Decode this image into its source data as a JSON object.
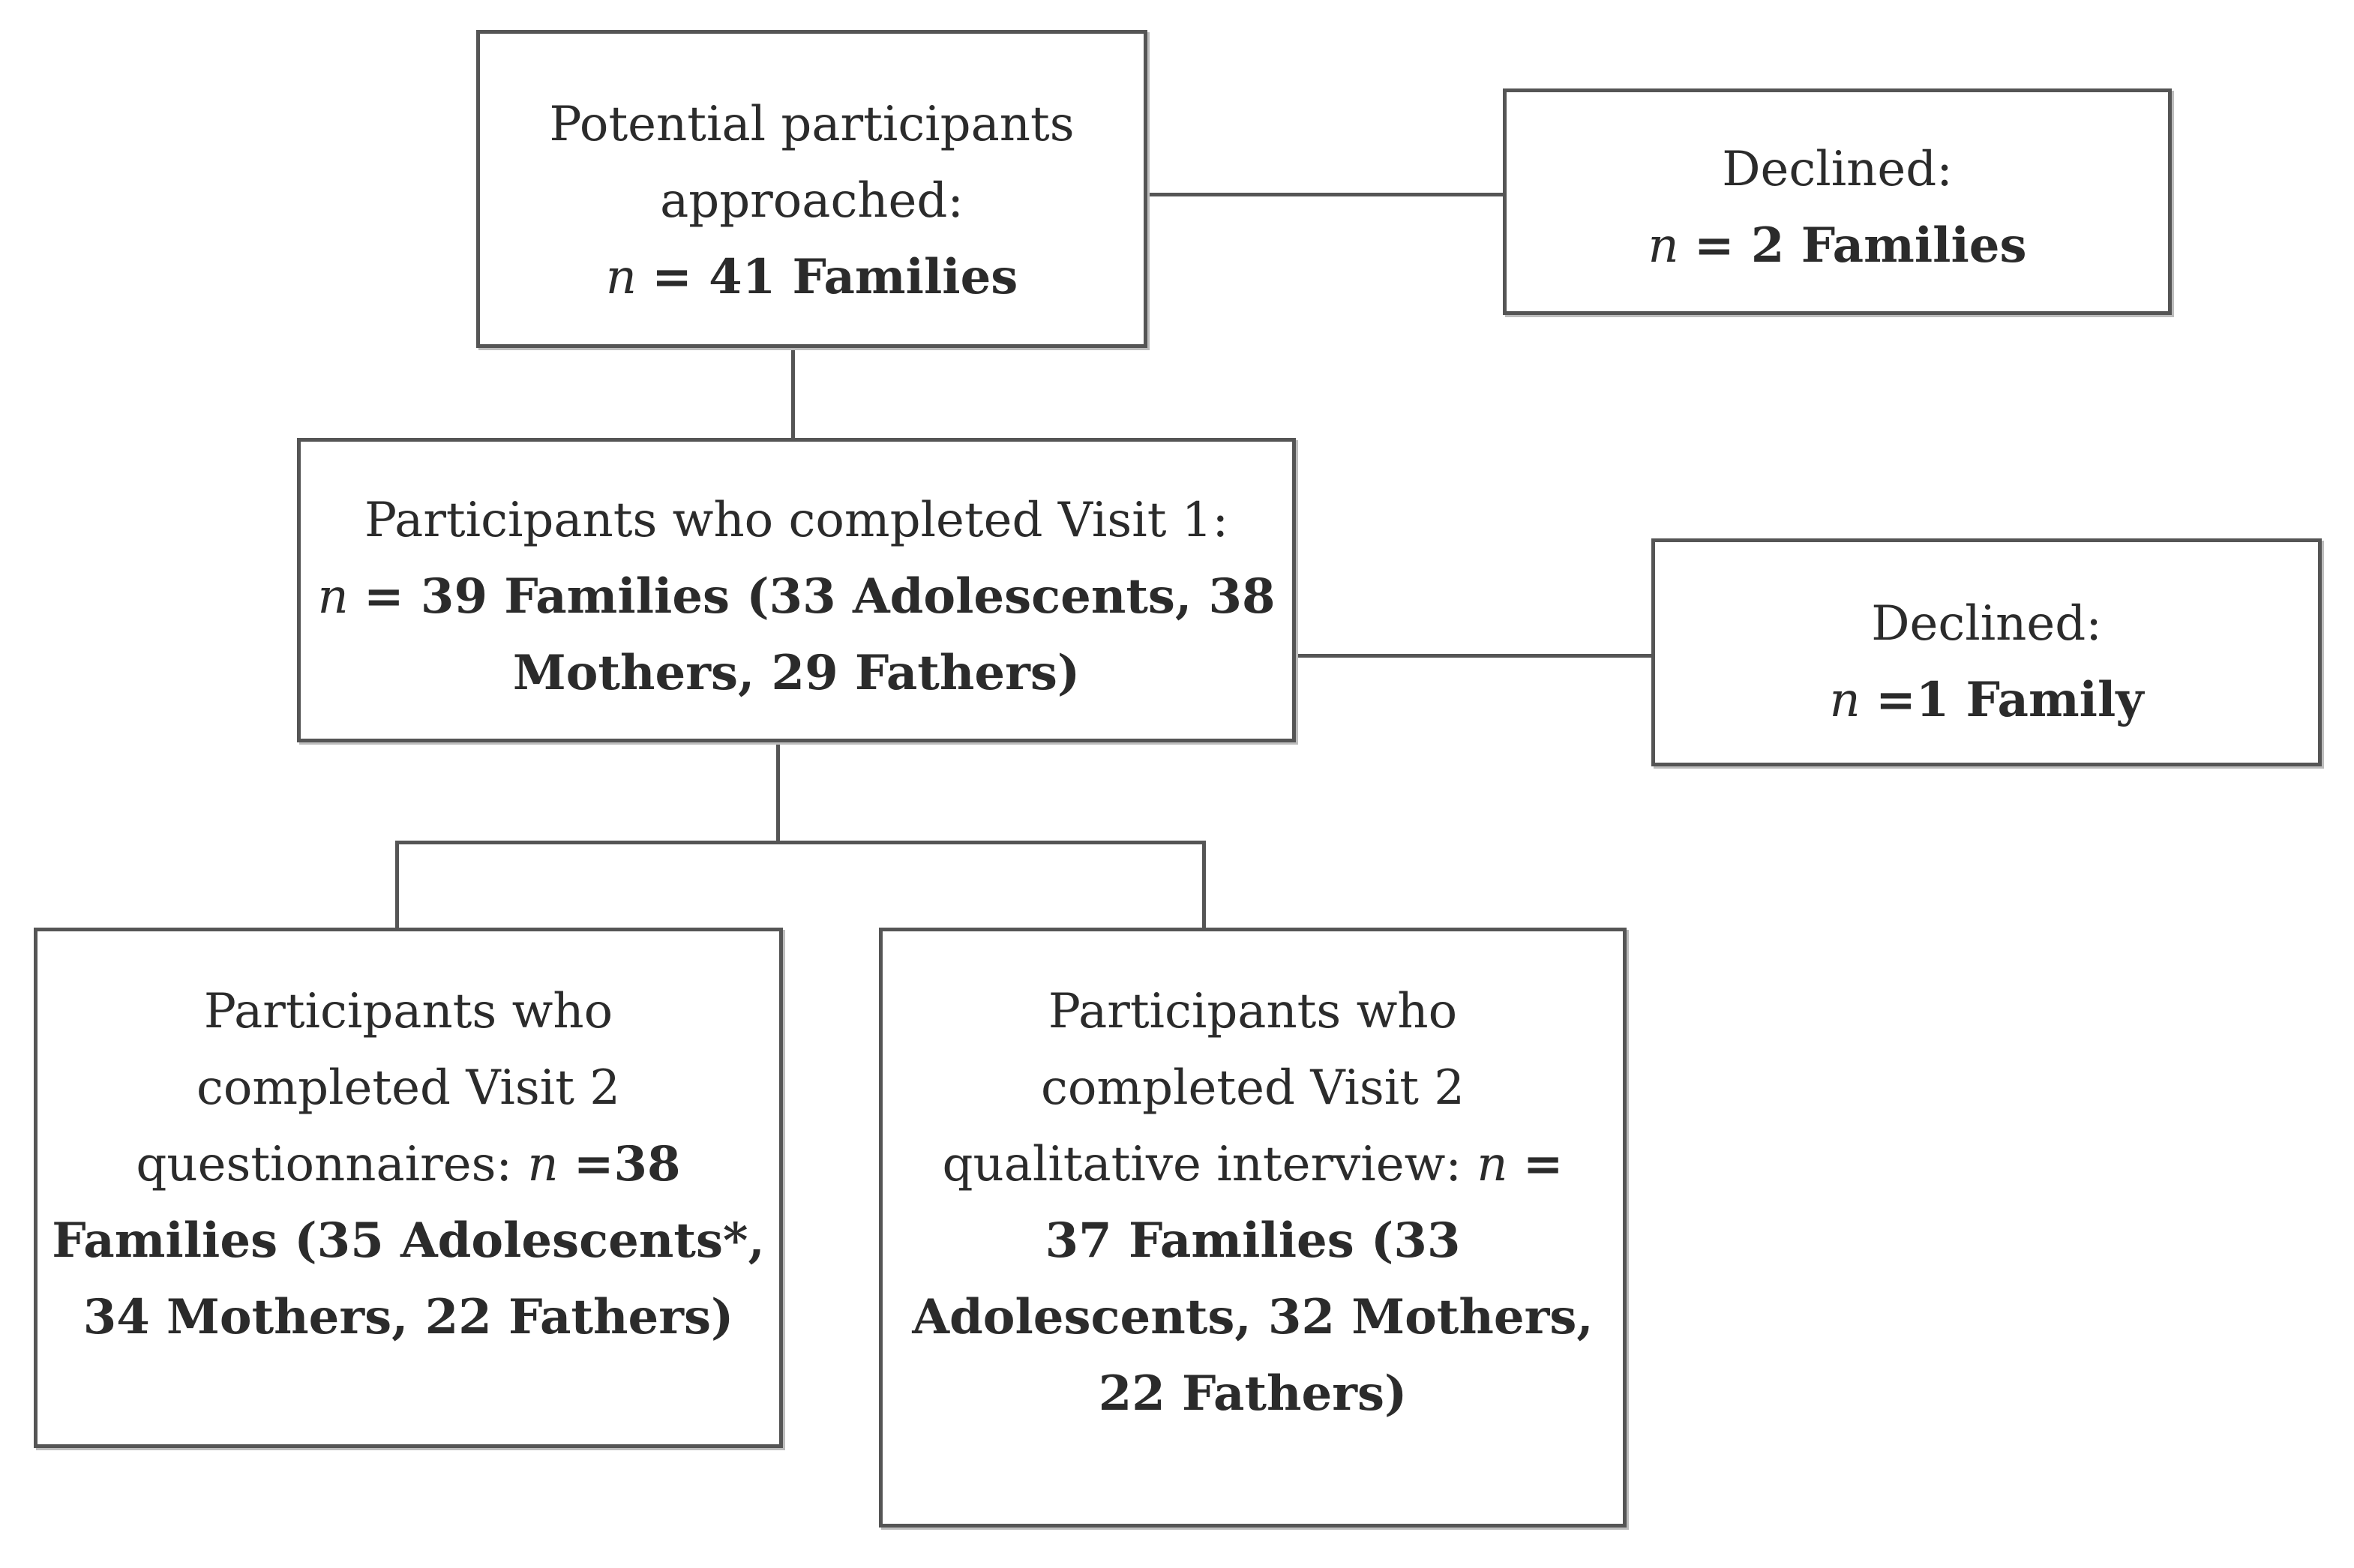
{
  "nodes": {
    "approached": {
      "title_line1": "Potential participants",
      "title_line2": "approached:",
      "n_symbol": "n",
      "count_text": "= 41 Families"
    },
    "declined_1": {
      "title": "Declined:",
      "n_symbol": "n",
      "count_text": "= 2 Families"
    },
    "visit1": {
      "title": "Participants who completed Visit 1:",
      "n_symbol": "n",
      "count_line1": "= 39 Families (33 Adolescents, 38",
      "count_line2": "Mothers, 29 Fathers)"
    },
    "declined_2": {
      "title": "Declined:",
      "n_symbol": "n",
      "count_text": "=1 Family"
    },
    "visit2_questionnaires": {
      "line1": "Participants who",
      "line2": "completed Visit 2",
      "line3_prefix": "questionnaires:",
      "n_symbol": "n",
      "line3_value": "=38",
      "line4": "Families (35 Adolescents*,",
      "line5": "34 Mothers, 22 Fathers)"
    },
    "visit2_interview": {
      "line1": "Participants who",
      "line2": "completed Visit 2",
      "line3_prefix": "qualitative interview:",
      "n_symbol": "n",
      "line3_value": "=",
      "line4": "37 Families (33",
      "line5": "Adolescents, 32 Mothers,",
      "line6": "22 Fathers)"
    }
  }
}
